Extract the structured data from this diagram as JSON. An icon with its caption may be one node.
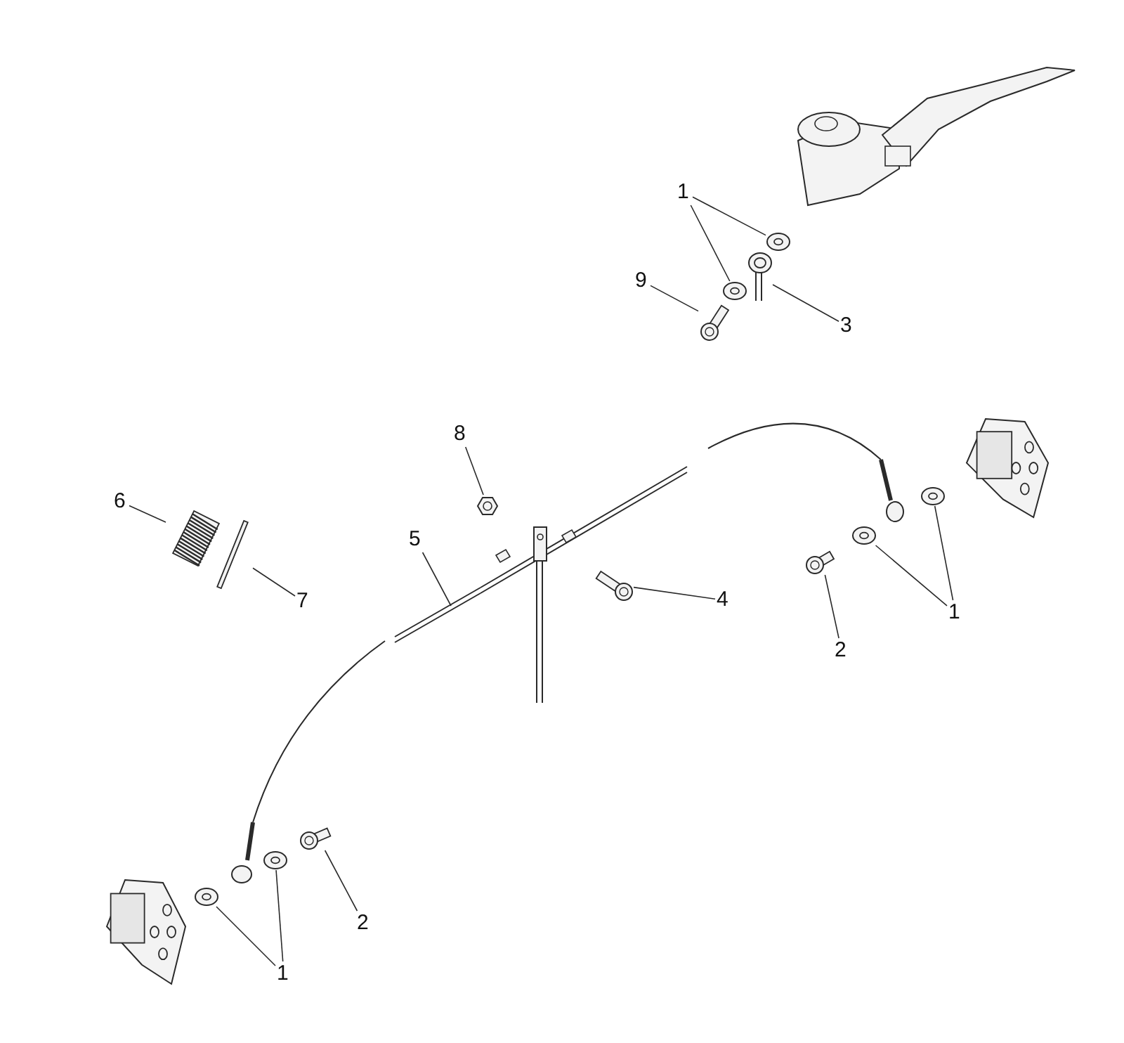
{
  "diagram": {
    "nodes": [
      {
        "text": [
          "1"
        ]
      },
      {
        "text": [],
        "shape": "picture"
      },
      {
        "text": [],
        "shape": "picture"
      },
      {
        "text": [
          "9"
        ]
      },
      {
        "text": [],
        "shape": "picture"
      },
      {
        "text": [
          "3"
        ]
      },
      {
        "text": [],
        "shape": "picture"
      },
      {
        "text": [
          "8"
        ]
      },
      {
        "text": [],
        "shape": "picture"
      },
      {
        "text": [
          "6"
        ]
      },
      {
        "text": [],
        "shape": "picture"
      },
      {
        "text": [
          "5"
        ]
      },
      {
        "text": [],
        "shape": "picture"
      },
      {
        "text": [
          "7"
        ]
      },
      {
        "text": [],
        "shape": "picture"
      },
      {
        "text": [
          "4"
        ]
      },
      {
        "text": [],
        "shape": "picture"
      },
      {
        "text": [
          "1"
        ]
      },
      {
        "text": [],
        "shape": "picture"
      },
      {
        "text": [],
        "shape": "picture"
      },
      {
        "text": [
          "2"
        ]
      },
      {
        "text": [],
        "shape": "picture"
      },
      {
        "text": [
          "2"
        ]
      },
      {
        "text": [],
        "shape": "picture"
      },
      {
        "text": [
          "1"
        ]
      },
      {
        "text": [],
        "shape": "picture"
      },
      {
        "text": [],
        "shape": "picture"
      }
    ],
    "edges": [
      {
        "from": 0,
        "to": 1,
        "arrow": "none"
      },
      {
        "from": 0,
        "to": 2,
        "arrow": "none"
      },
      {
        "from": 3,
        "to": 4,
        "arrow": "none"
      },
      {
        "from": 5,
        "to": 6,
        "arrow": "none"
      },
      {
        "from": 7,
        "to": 8,
        "arrow": "none"
      },
      {
        "from": 9,
        "to": 10,
        "arrow": "none"
      },
      {
        "from": 11,
        "to": 12,
        "arrow": "none"
      },
      {
        "from": 13,
        "to": 14,
        "arrow": "none"
      },
      {
        "from": 15,
        "to": 16,
        "arrow": "none"
      },
      {
        "from": 17,
        "to": 18,
        "arrow": "none"
      },
      {
        "from": 17,
        "to": 19,
        "arrow": "none"
      },
      {
        "from": 20,
        "to": 21,
        "arrow": "none"
      },
      {
        "from": 22,
        "to": 23,
        "arrow": "none"
      },
      {
        "from": 24,
        "to": 25,
        "arrow": "none"
      },
      {
        "from": 24,
        "to": 26,
        "arrow": "none"
      }
    ]
  }
}
